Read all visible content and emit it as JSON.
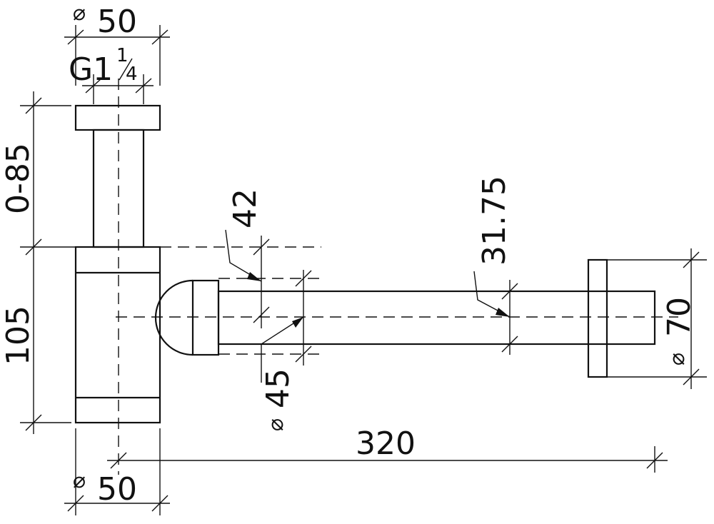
{
  "diameter_symbol": "⌀",
  "labels": {
    "top_diameter": "50",
    "thread": "G1",
    "thread_num": "1",
    "thread_den": "4",
    "height_adjust": "0-85",
    "body_height": "105",
    "bottom_diameter": "50",
    "length": "320",
    "pipe_42": "42",
    "pipe_45": "45",
    "pipe_3175": "31.75",
    "flange_70": "70"
  },
  "colors": {
    "line": "#111111",
    "background": "#ffffff"
  }
}
